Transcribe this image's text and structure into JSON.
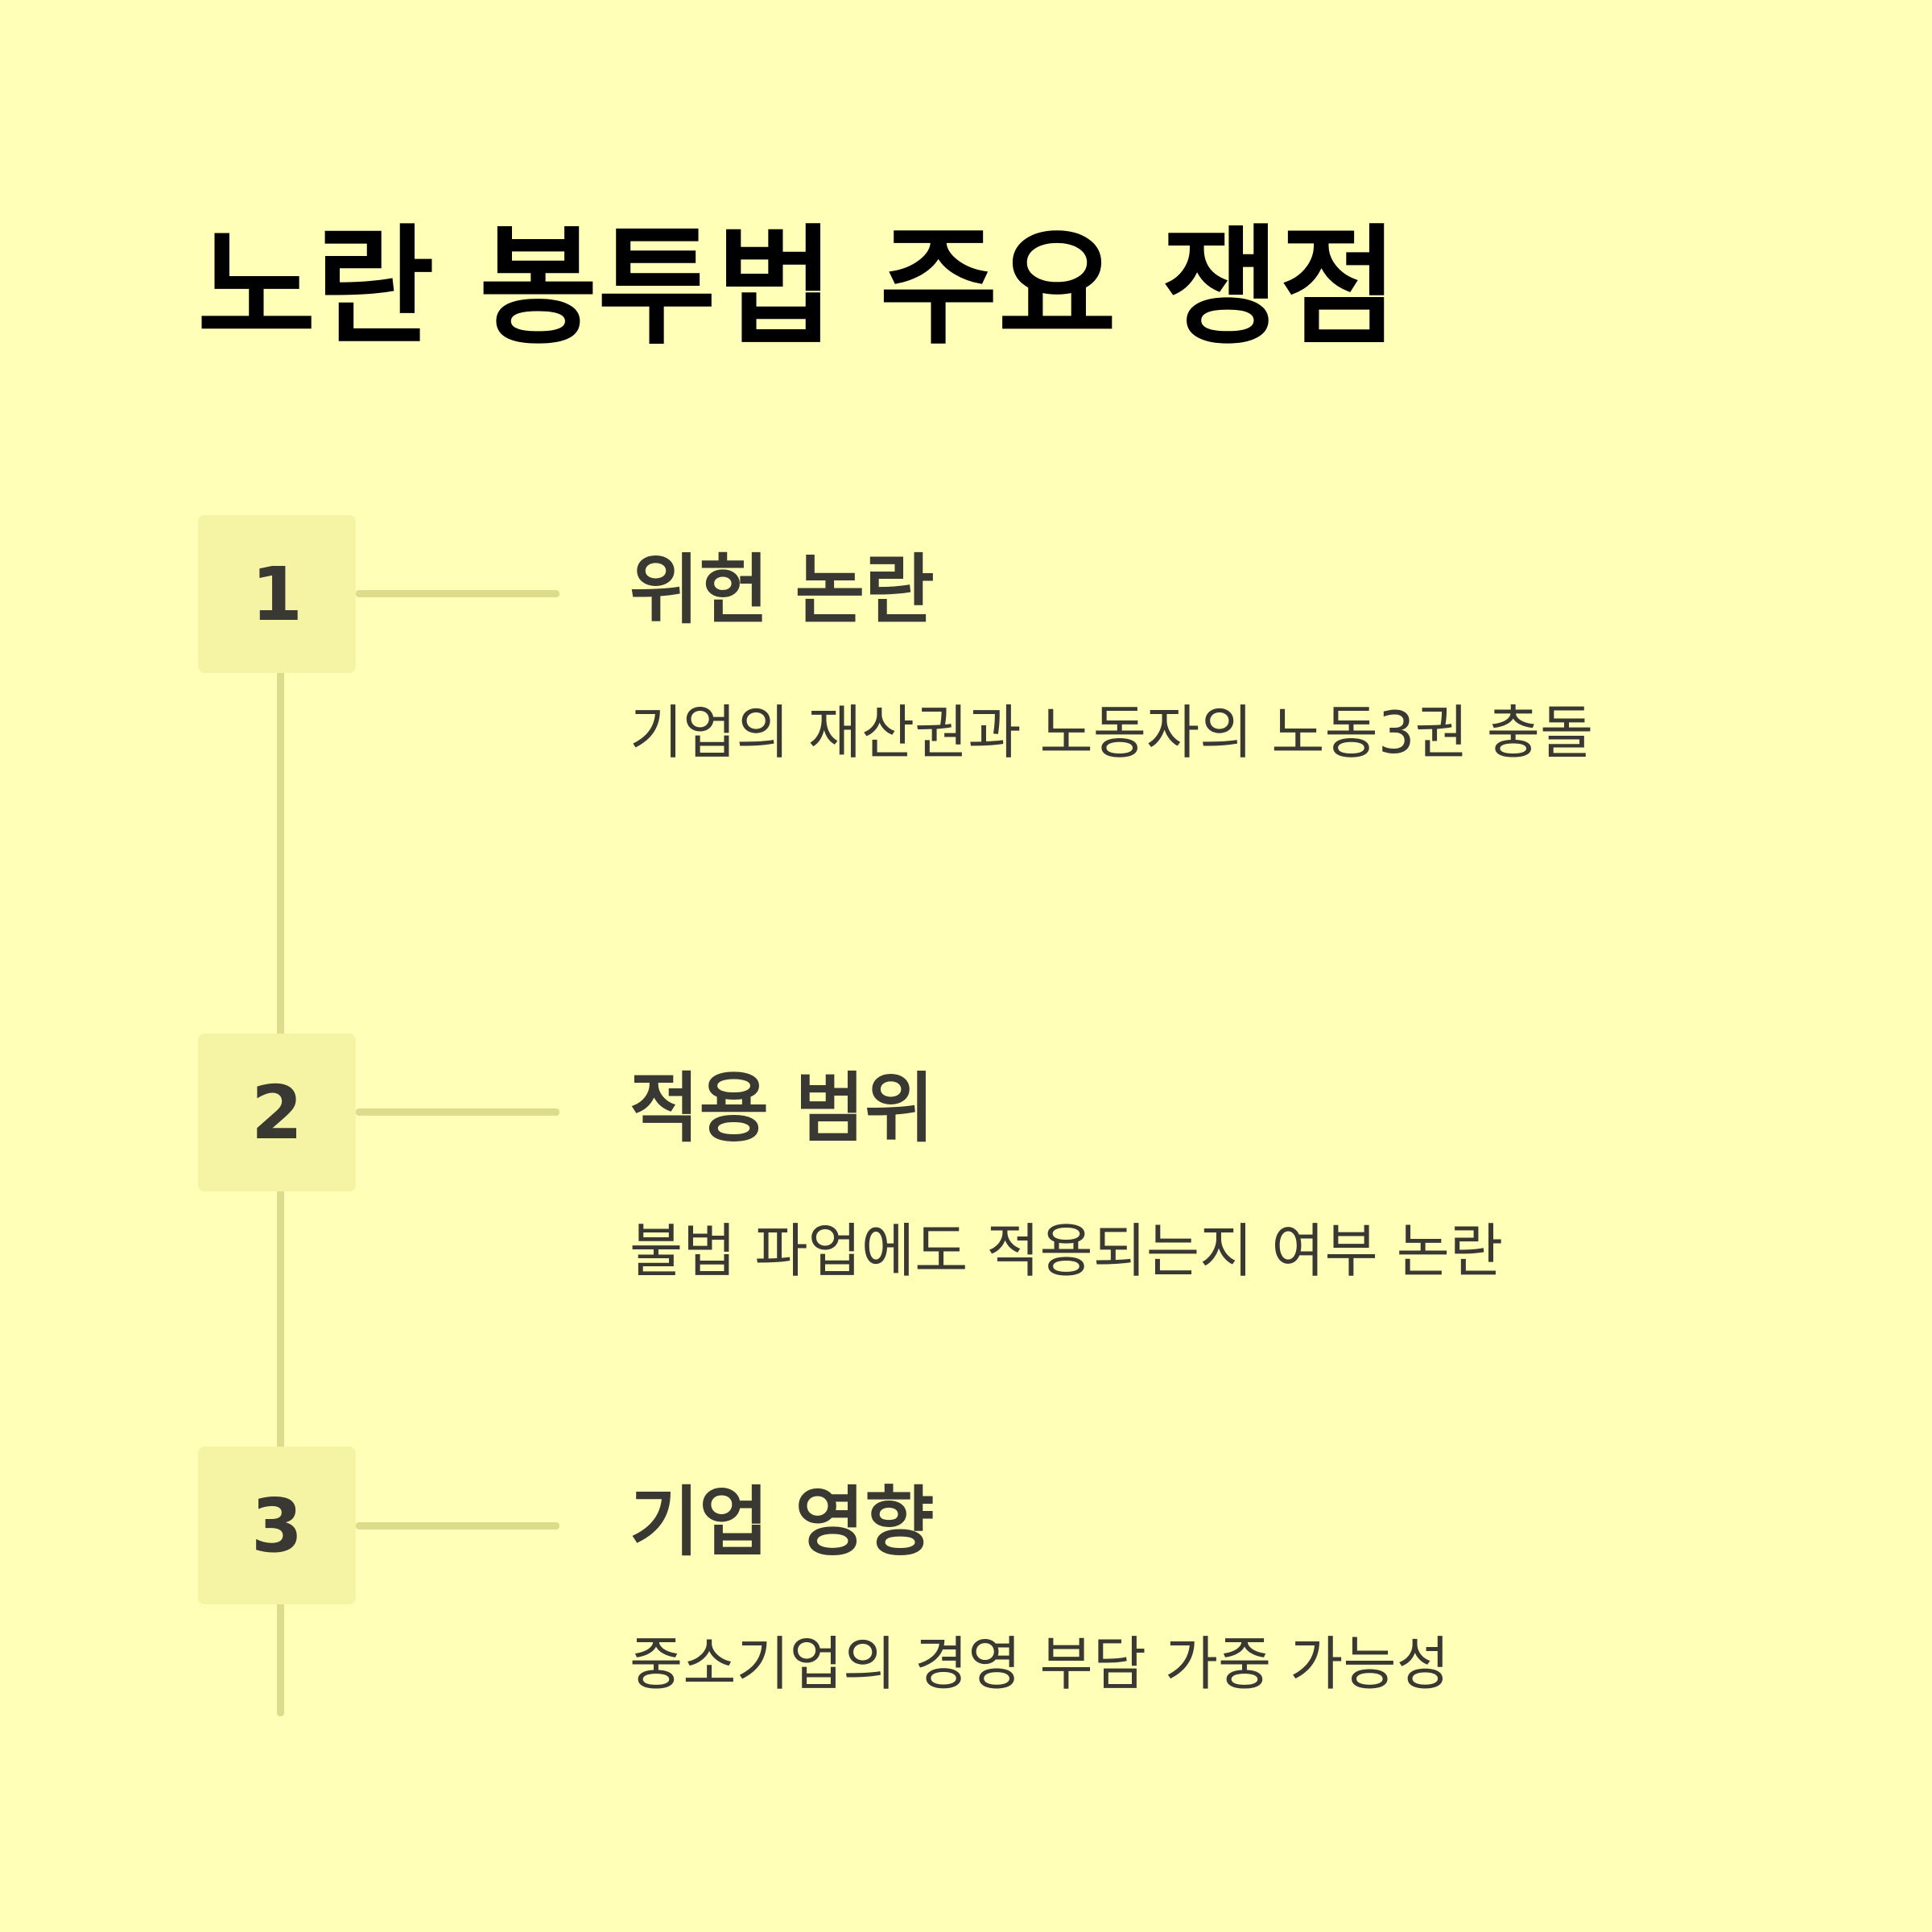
{
  "title": "노란 봉투법 주요 쟁점",
  "items": [
    {
      "number": "1",
      "title": "위헌 논란",
      "description": "기업의 재산권과 노동자의 노동3권 충돌"
    },
    {
      "number": "2",
      "title": "적용 범위",
      "description": "불법 파업에도 적용되는지 여부 논란"
    },
    {
      "number": "3",
      "title": "기업 영향",
      "description": "중소기업의 경영 부담 가중 가능성"
    }
  ],
  "colors": {
    "background": "#FFFFB8",
    "box": "#F4F4A4",
    "line": "#DCDC8C",
    "text": "#3A3833",
    "title": "#000000"
  }
}
